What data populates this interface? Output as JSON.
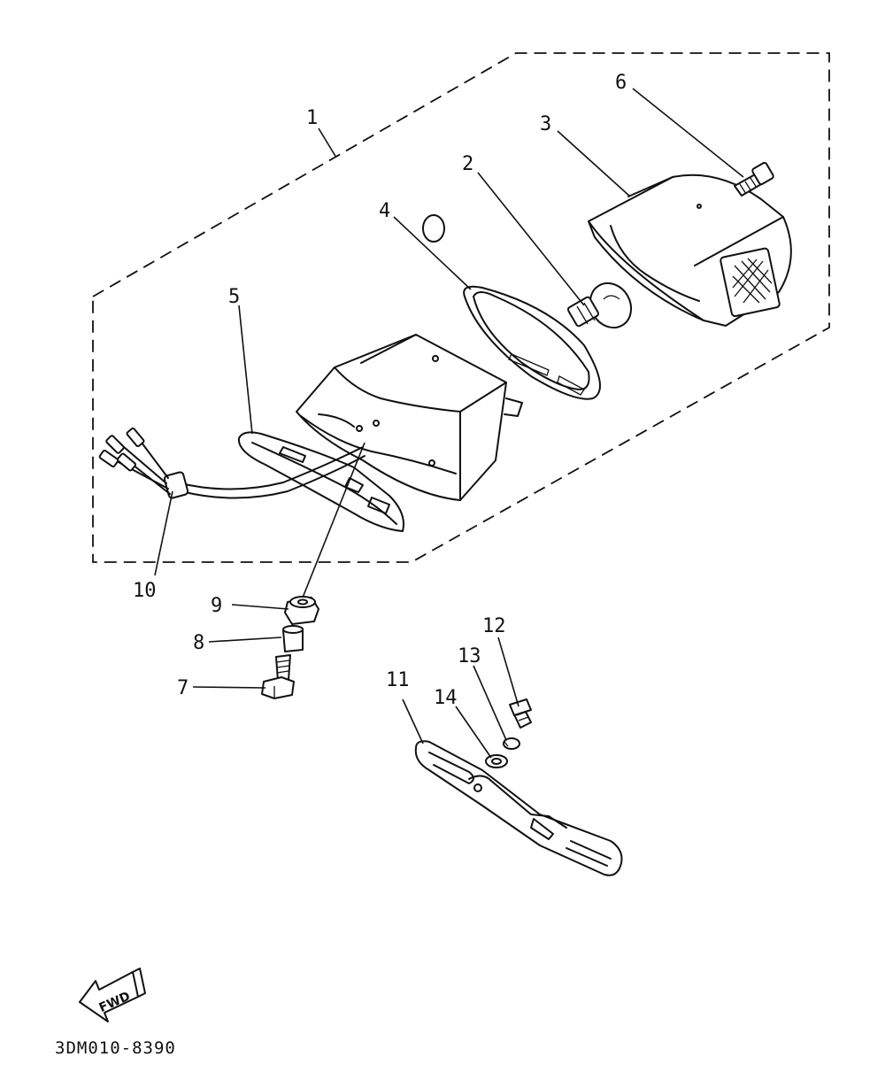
{
  "callouts": {
    "c1": "1",
    "c2": "2",
    "c3": "3",
    "c4": "4",
    "c5": "5",
    "c6": "6",
    "c7": "7",
    "c8": "8",
    "c9": "9",
    "c10": "10",
    "c11": "11",
    "c12": "12",
    "c13": "13",
    "c14": "14"
  },
  "forward_label": "FWD",
  "diagram_code": "3DM010-8390"
}
